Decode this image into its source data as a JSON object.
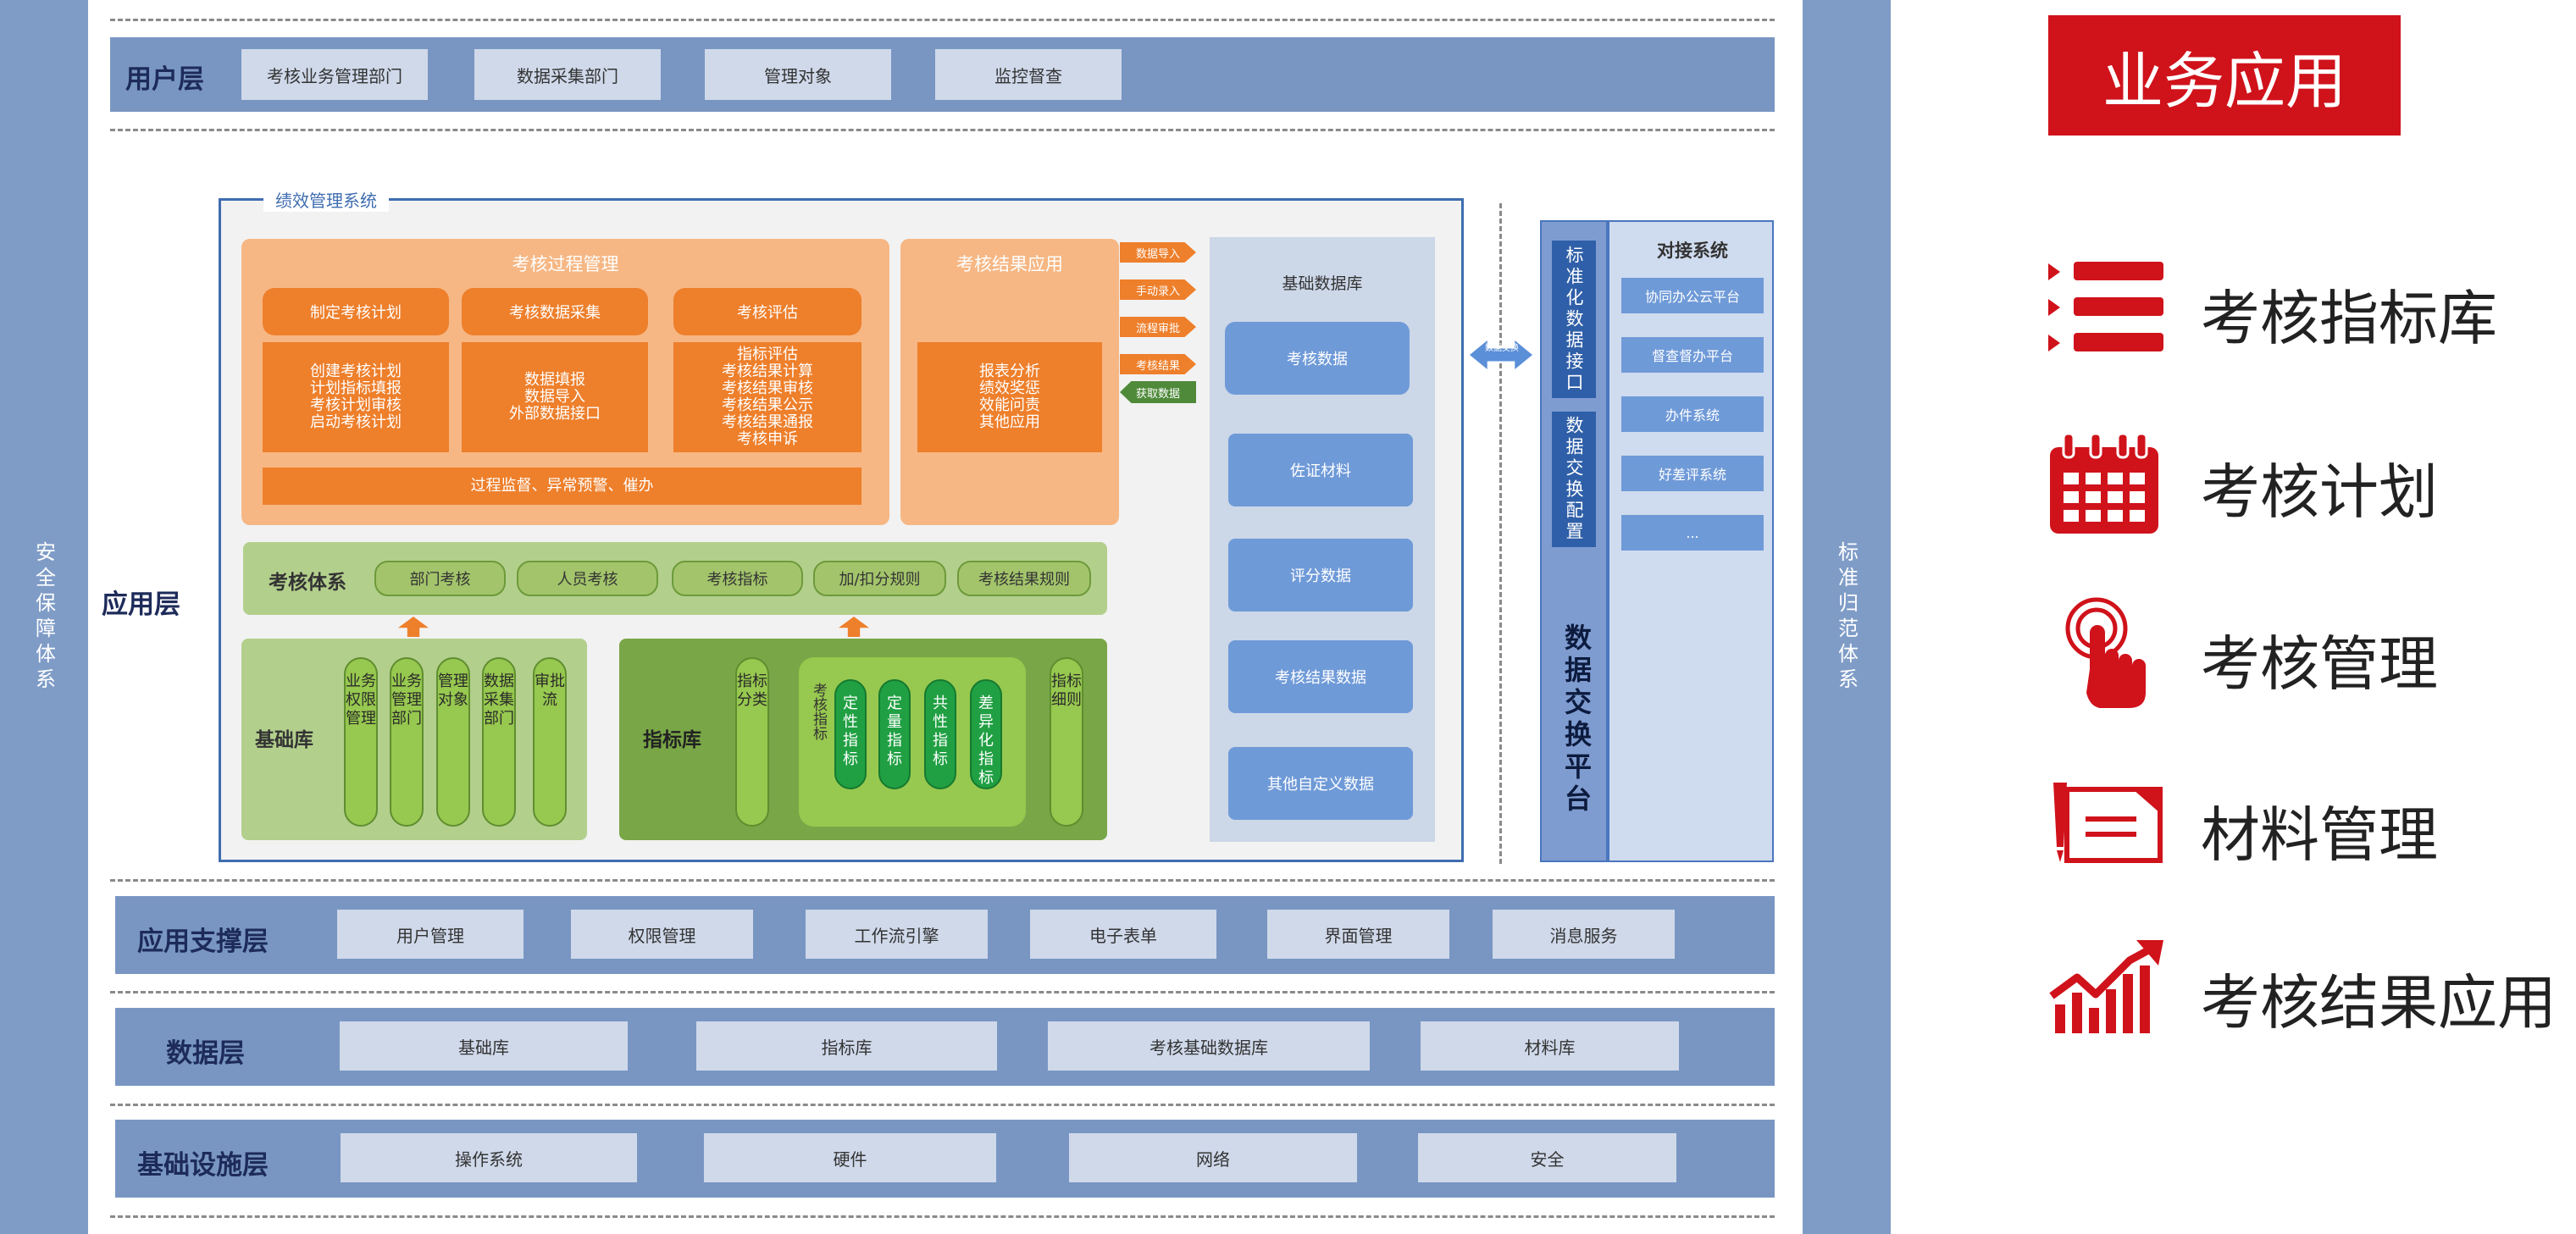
{
  "left_bar": {
    "label": "安全保障体系"
  },
  "right_bar": {
    "label": "标准归范体系"
  },
  "user_layer": {
    "title": "用户层",
    "items": [
      "考核业务管理部门",
      "数据采集部门",
      "管理对象",
      "监控督查"
    ]
  },
  "app_layer": {
    "title": "应用层",
    "system_title": "绩效管理系统",
    "process": {
      "title": "考核过程管理",
      "steps": [
        "制定考核计划",
        "考核数据采集",
        "考核评估"
      ],
      "details": [
        "创建考核计划\n计划指标填报\n考核计划审核\n启动考核计划",
        "数据填报\n数据导入\n外部数据接口",
        "指标评估\n考核结果计算\n考核结果审核\n考核结果公示\n考核结果通报\n考核申诉"
      ],
      "monitor": "过程监督、异常预警、催办"
    },
    "result": {
      "title": "考核结果应用",
      "detail": "报表分析\n绩效奖惩\n效能问责\n其他应用"
    },
    "arrows": [
      "数据导入",
      "手动录入",
      "流程审批",
      "考核结果",
      "获取数据"
    ],
    "base_db": {
      "title": "基础数据库",
      "items": [
        "考核数据",
        "佐证材料",
        "评分数据",
        "考核结果数据",
        "其他自定义数据"
      ]
    },
    "exchange_arrow_label": "数据交换",
    "system": {
      "title": "考核体系",
      "items": [
        "部门考核",
        "人员考核",
        "考核指标",
        "加/扣分规则",
        "考核结果规则"
      ]
    },
    "foundation": {
      "title": "基础库",
      "items": [
        "业务权限管理",
        "业务管理部门",
        "管理对象",
        "数据采集部门",
        "审批流"
      ]
    },
    "indicator": {
      "title": "指标库",
      "left": "指标分类",
      "inner": [
        "考核指标"
      ],
      "dark": [
        "定性指标",
        "定量指标",
        "共性指标",
        "差异化指标"
      ],
      "right": "指标细则"
    },
    "exchange": {
      "std_interface": "标准化数据接口",
      "config": "数据交换配置",
      "platform": "数据交换平台"
    },
    "docking": {
      "title": "对接系统",
      "items": [
        "协同办公云平台",
        "督查督办平台",
        "办件系统",
        "好差评系统",
        "..."
      ]
    }
  },
  "support_layer": {
    "title": "应用支撑层",
    "items": [
      "用户管理",
      "权限管理",
      "工作流引擎",
      "电子表单",
      "界面管理",
      "消息服务"
    ]
  },
  "data_layer": {
    "title": "数据层",
    "items": [
      "基础库",
      "指标库",
      "考核基础数据库",
      "材料库"
    ]
  },
  "infra_layer": {
    "title": "基础设施层",
    "items": [
      "操作系统",
      "硬件",
      "网络",
      "安全"
    ]
  },
  "legend": {
    "header": "业务应用",
    "accent_color": "#d0121b",
    "items": [
      {
        "icon": "list-icon",
        "label": "考核指标库"
      },
      {
        "icon": "calendar-icon",
        "label": "考核计划"
      },
      {
        "icon": "hand-pointer-icon",
        "label": "考核管理"
      },
      {
        "icon": "document-pen-icon",
        "label": "材料管理"
      },
      {
        "icon": "growth-chart-icon",
        "label": "考核结果应用"
      }
    ]
  }
}
